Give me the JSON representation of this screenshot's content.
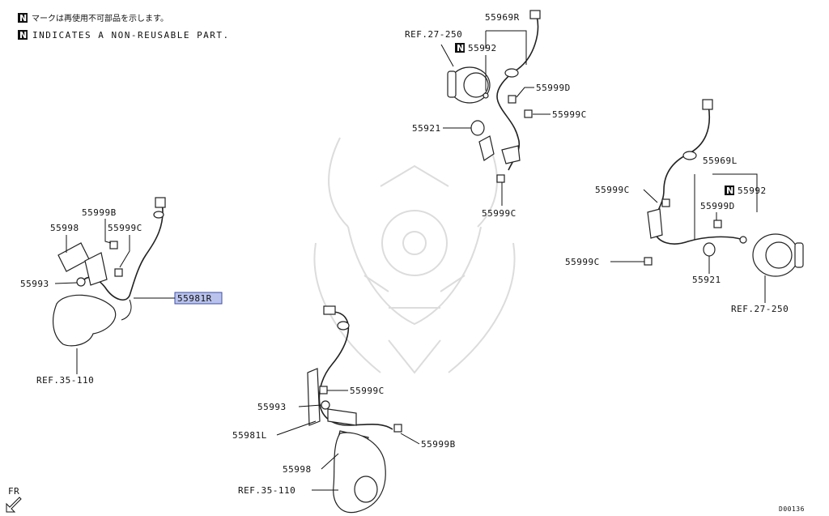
{
  "notes": {
    "line1": "マークは再使用不可部品を示します。",
    "line2": "INDICATES A NON-REUSABLE PART.",
    "n_mark": "N"
  },
  "labels": {
    "p55969R": "55969R",
    "ref27_250_top": "REF.27-250",
    "p55992_top": "55992",
    "p55999D_top": "55999D",
    "p55999C_top1": "55999C",
    "p55921_top": "55921",
    "p55999C_top2": "55999C",
    "p55969L": "55969L",
    "p55999C_r1": "55999C",
    "p55992_r": "55992",
    "p55999D_r": "55999D",
    "p55999C_r2": "55999C",
    "p55921_r": "55921",
    "ref27_250_r": "REF.27-250",
    "p55999B_l": "55999B",
    "p55998_l": "55998",
    "p55999C_l": "55999C",
    "p55993_l": "55993",
    "p55981R": "55981R",
    "ref35_110_l": "REF.35-110",
    "p55999C_b": "55999C",
    "p55993_b": "55993",
    "p55981L": "55981L",
    "p55999B_b": "55999B",
    "p55998_b": "55998",
    "ref35_110_b": "REF.35-110",
    "fr": "FR",
    "code": "D00136"
  }
}
